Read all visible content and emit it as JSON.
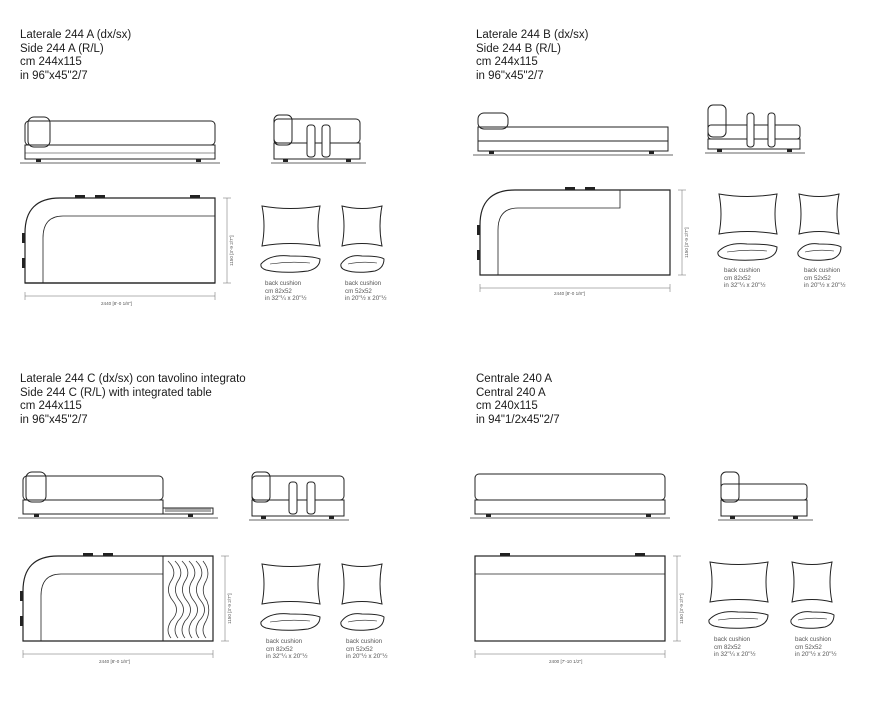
{
  "products": [
    {
      "title_it": "Laterale 244 A (dx/sx)",
      "title_en": "Side 244 A (R/L)",
      "size_cm": "cm 244x115",
      "size_in": "in 96\"x45\"2/7",
      "width_dim": "2440 [8'-0 1/8\"]",
      "depth_dim": "1150 [3'-9 2/7\"]",
      "cushion_large": {
        "label": "back cushion",
        "cm": "cm 82x52",
        "in": "in 32\"¼ x 20\"½"
      },
      "cushion_small": {
        "label": "back cushion",
        "cm": "cm 52x52",
        "in": "in 20\"½ x 20\"½"
      }
    },
    {
      "title_it": "Laterale 244 B (dx/sx)",
      "title_en": "Side 244 B (R/L)",
      "size_cm": "cm 244x115",
      "size_in": "in 96\"x45\"2/7",
      "width_dim": "2440 [8'-0 1/8\"]",
      "depth_dim": "1150 [3'-9 2/7\"]",
      "cushion_large": {
        "label": "back cushion",
        "cm": "cm 82x52",
        "in": "in 32\"¼ x 20\"½"
      },
      "cushion_small": {
        "label": "back cushion",
        "cm": "cm 52x52",
        "in": "in 20\"½ x 20\"½"
      }
    },
    {
      "title_it": "Laterale 244 C (dx/sx) con tavolino integrato",
      "title_en": "Side 244 C (R/L) with integrated table",
      "size_cm": "cm 244x115",
      "size_in": "in 96\"x45\"2/7",
      "width_dim": "2440 [8'-0 1/8\"]",
      "depth_dim": "1150 [3'-9 2/7\"]",
      "cushion_large": {
        "label": "back cushion",
        "cm": "cm 82x52",
        "in": "in 32\"¼ x 20\"½"
      },
      "cushion_small": {
        "label": "back cushion",
        "cm": "cm 52x52",
        "in": "in 20\"½ x 20\"½"
      }
    },
    {
      "title_it": "Centrale 240 A",
      "title_en": "Central 240 A",
      "size_cm": "cm 240x115",
      "size_in": "in 94\"1/2x45\"2/7",
      "width_dim": "2400 [7'-10 1/2\"]",
      "depth_dim": "1150 [3'-9 2/7\"]",
      "cushion_large": {
        "label": "back cushion",
        "cm": "cm 82x52",
        "in": "in 32\"¼ x 20\"½"
      },
      "cushion_small": {
        "label": "back cushion",
        "cm": "cm 52x52",
        "in": "in 20\"½ x 20\"½"
      }
    }
  ]
}
